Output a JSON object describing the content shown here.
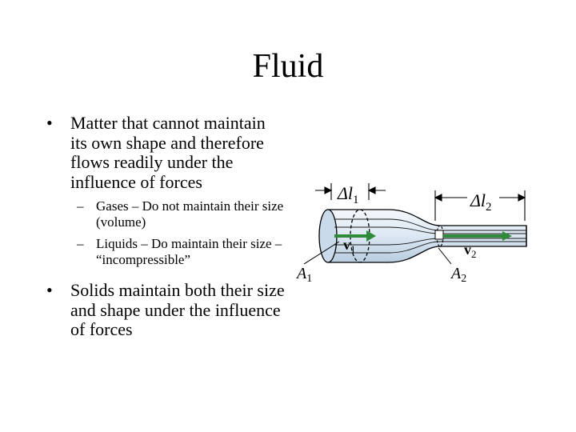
{
  "title": "Fluid",
  "bullets": [
    {
      "symbol": "•",
      "text": "Matter that cannot maintain its own shape and therefore flows readily under the influence of forces",
      "subs": [
        {
          "symbol": "–",
          "text": "Gases – Do not maintain their size (volume)"
        },
        {
          "symbol": "–",
          "text": "Liquids – Do maintain their size – “incompressible”"
        }
      ]
    },
    {
      "symbol": "•",
      "text": "Solids maintain both their size and shape under the influence of forces"
    }
  ],
  "diagram": {
    "labels": {
      "dl1": "Δl",
      "dl1_sub": "1",
      "dl2": "Δl",
      "dl2_sub": "2",
      "v1": "v",
      "v1_sub": "1",
      "v2": "v",
      "v2_sub": "2",
      "a1": "A",
      "a1_sub": "1",
      "a2": "A",
      "a2_sub": "2"
    },
    "colors": {
      "tube_fill": "#dce8f3",
      "tube_shade": "#9fb9d2",
      "flow_arrow": "#2f8a3a",
      "outline": "#000000"
    }
  }
}
